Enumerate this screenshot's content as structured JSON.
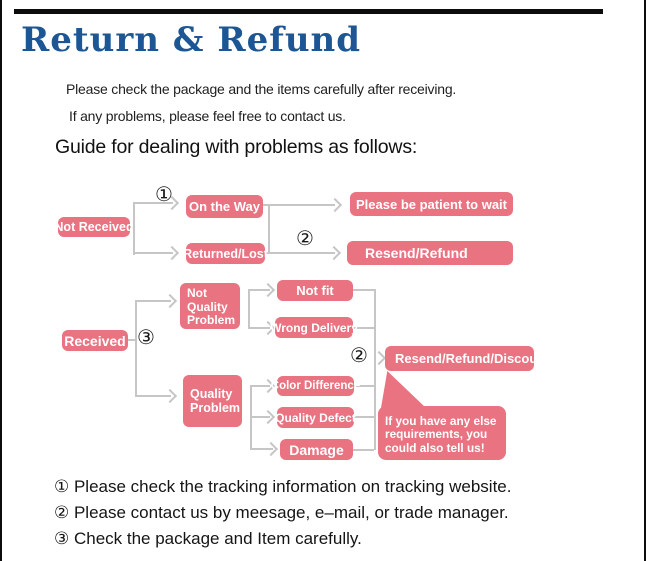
{
  "header": {
    "title": "Return & Refund",
    "intro_line1": "Please check the package and the items carefully after receiving.",
    "intro_line2": "If any problems, please feel free to contact us.",
    "guide_heading": "Guide for dealing with problems as follows:"
  },
  "colors": {
    "title_blue": "#1c5694",
    "node_pink": "#e97380",
    "line_gray": "#c6c6c6"
  },
  "flow": {
    "not_received": "Not Received",
    "on_the_way": "On the Way",
    "be_patient": "Please be patient to wait",
    "returned_lost": "Returned/Lost",
    "resend_refund": "Resend/Refund",
    "received": "Received",
    "not_quality_problem": "Not Quality Problem",
    "not_fit": "Not fit",
    "wrong_delivery": "Wrong Delivery",
    "quality_problem": "Quality Problem",
    "color_difference": "Color Difference",
    "quality_defect": "Quality Defect",
    "damage": "Damage",
    "resend_refund_discount": "Resend/Refund/Discount",
    "bubble_note": "If you have any else requirements, you could also tell us!",
    "marker_1": "①",
    "marker_2": "②",
    "marker_3": "③"
  },
  "notes": {
    "line1": "① Please check the tracking information on tracking website.",
    "line2": "② Please contact us by meesage, e–mail, or trade manager.",
    "line3": "③ Check the package and Item carefully."
  }
}
